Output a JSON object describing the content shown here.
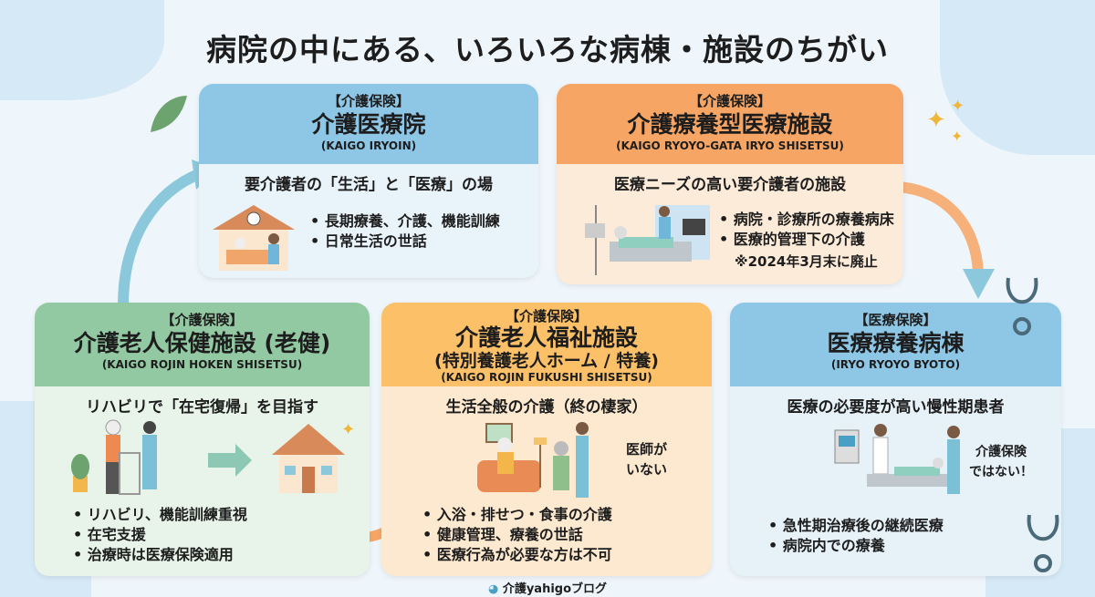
{
  "title": "病院の中にある、いろいろな病棟・施設のちがい",
  "cards": {
    "iryoin": {
      "tag": "【介護保険】",
      "name": "介護医療院",
      "romaji": "(KAIGO IRYOIN)",
      "lead": "要介護者の「生活」と「医療」の場",
      "bullets": [
        "長期療養、介護、機能訓練",
        "日常生活の世話"
      ],
      "color": "#8ec6e6"
    },
    "ryoyogata": {
      "tag": "【介護保険】",
      "name": "介護療養型医療施設",
      "romaji": "(KAIGO RYOYO-GATA IRYO SHISETSU)",
      "lead": "医療ニーズの高い要介護者の施設",
      "bullets": [
        "病院・診療所の療養病床",
        "医療的管理下の介護"
      ],
      "note": "※2024年3月末に廃止",
      "color": "#f6a565"
    },
    "roken": {
      "tag": "【介護保険】",
      "name": "介護老人保健施設 (老健)",
      "romaji": "(KAIGO ROJIN HOKEN SHISETSU)",
      "lead": "リハビリで「在宅復帰」を目指す",
      "bullets": [
        "リハビリ、機能訓練重視",
        "在宅支援",
        "治療時は医療保険適用"
      ],
      "color": "#93c9a2"
    },
    "tokuyo": {
      "tag": "【介護保険】",
      "name": "介護老人福祉施設",
      "subname": "(特別養護老人ホーム / 特養)",
      "romaji": "(KAIGO ROJIN FUKUSHI SHISETSU)",
      "lead": "生活全般の介護（終の棲家）",
      "side_note": [
        "医師が",
        "いない"
      ],
      "bullets": [
        "入浴・排せつ・食事の介護",
        "健康管理、療養の世話",
        "医療行為が必要な方は不可"
      ],
      "color": "#fbc068"
    },
    "byoto": {
      "tag": "【医療保険】",
      "name": "医療療養病棟",
      "romaji": "(IRYO RYOYO BYOTO)",
      "lead": "医療の必要度が高い慢性期患者",
      "side_note": [
        "介護保険",
        "ではない！"
      ],
      "bullets": [
        "急性期治療後の継続医療",
        "病院内での療養"
      ],
      "color": "#8ec6e6"
    }
  },
  "footer": "介護yahigoブログ"
}
